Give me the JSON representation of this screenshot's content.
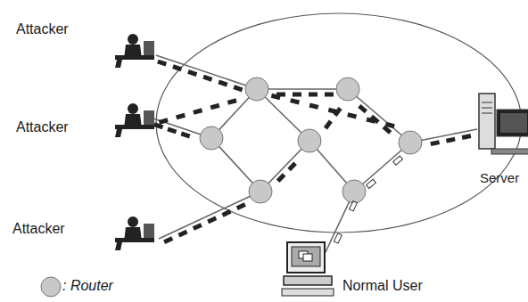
{
  "diagram": {
    "labels": [
      "Attacker",
      "Attacker",
      "Attacker",
      "Server",
      "Normal User"
    ],
    "legend": [
      {
        "text": ": Router"
      }
    ]
  }
}
